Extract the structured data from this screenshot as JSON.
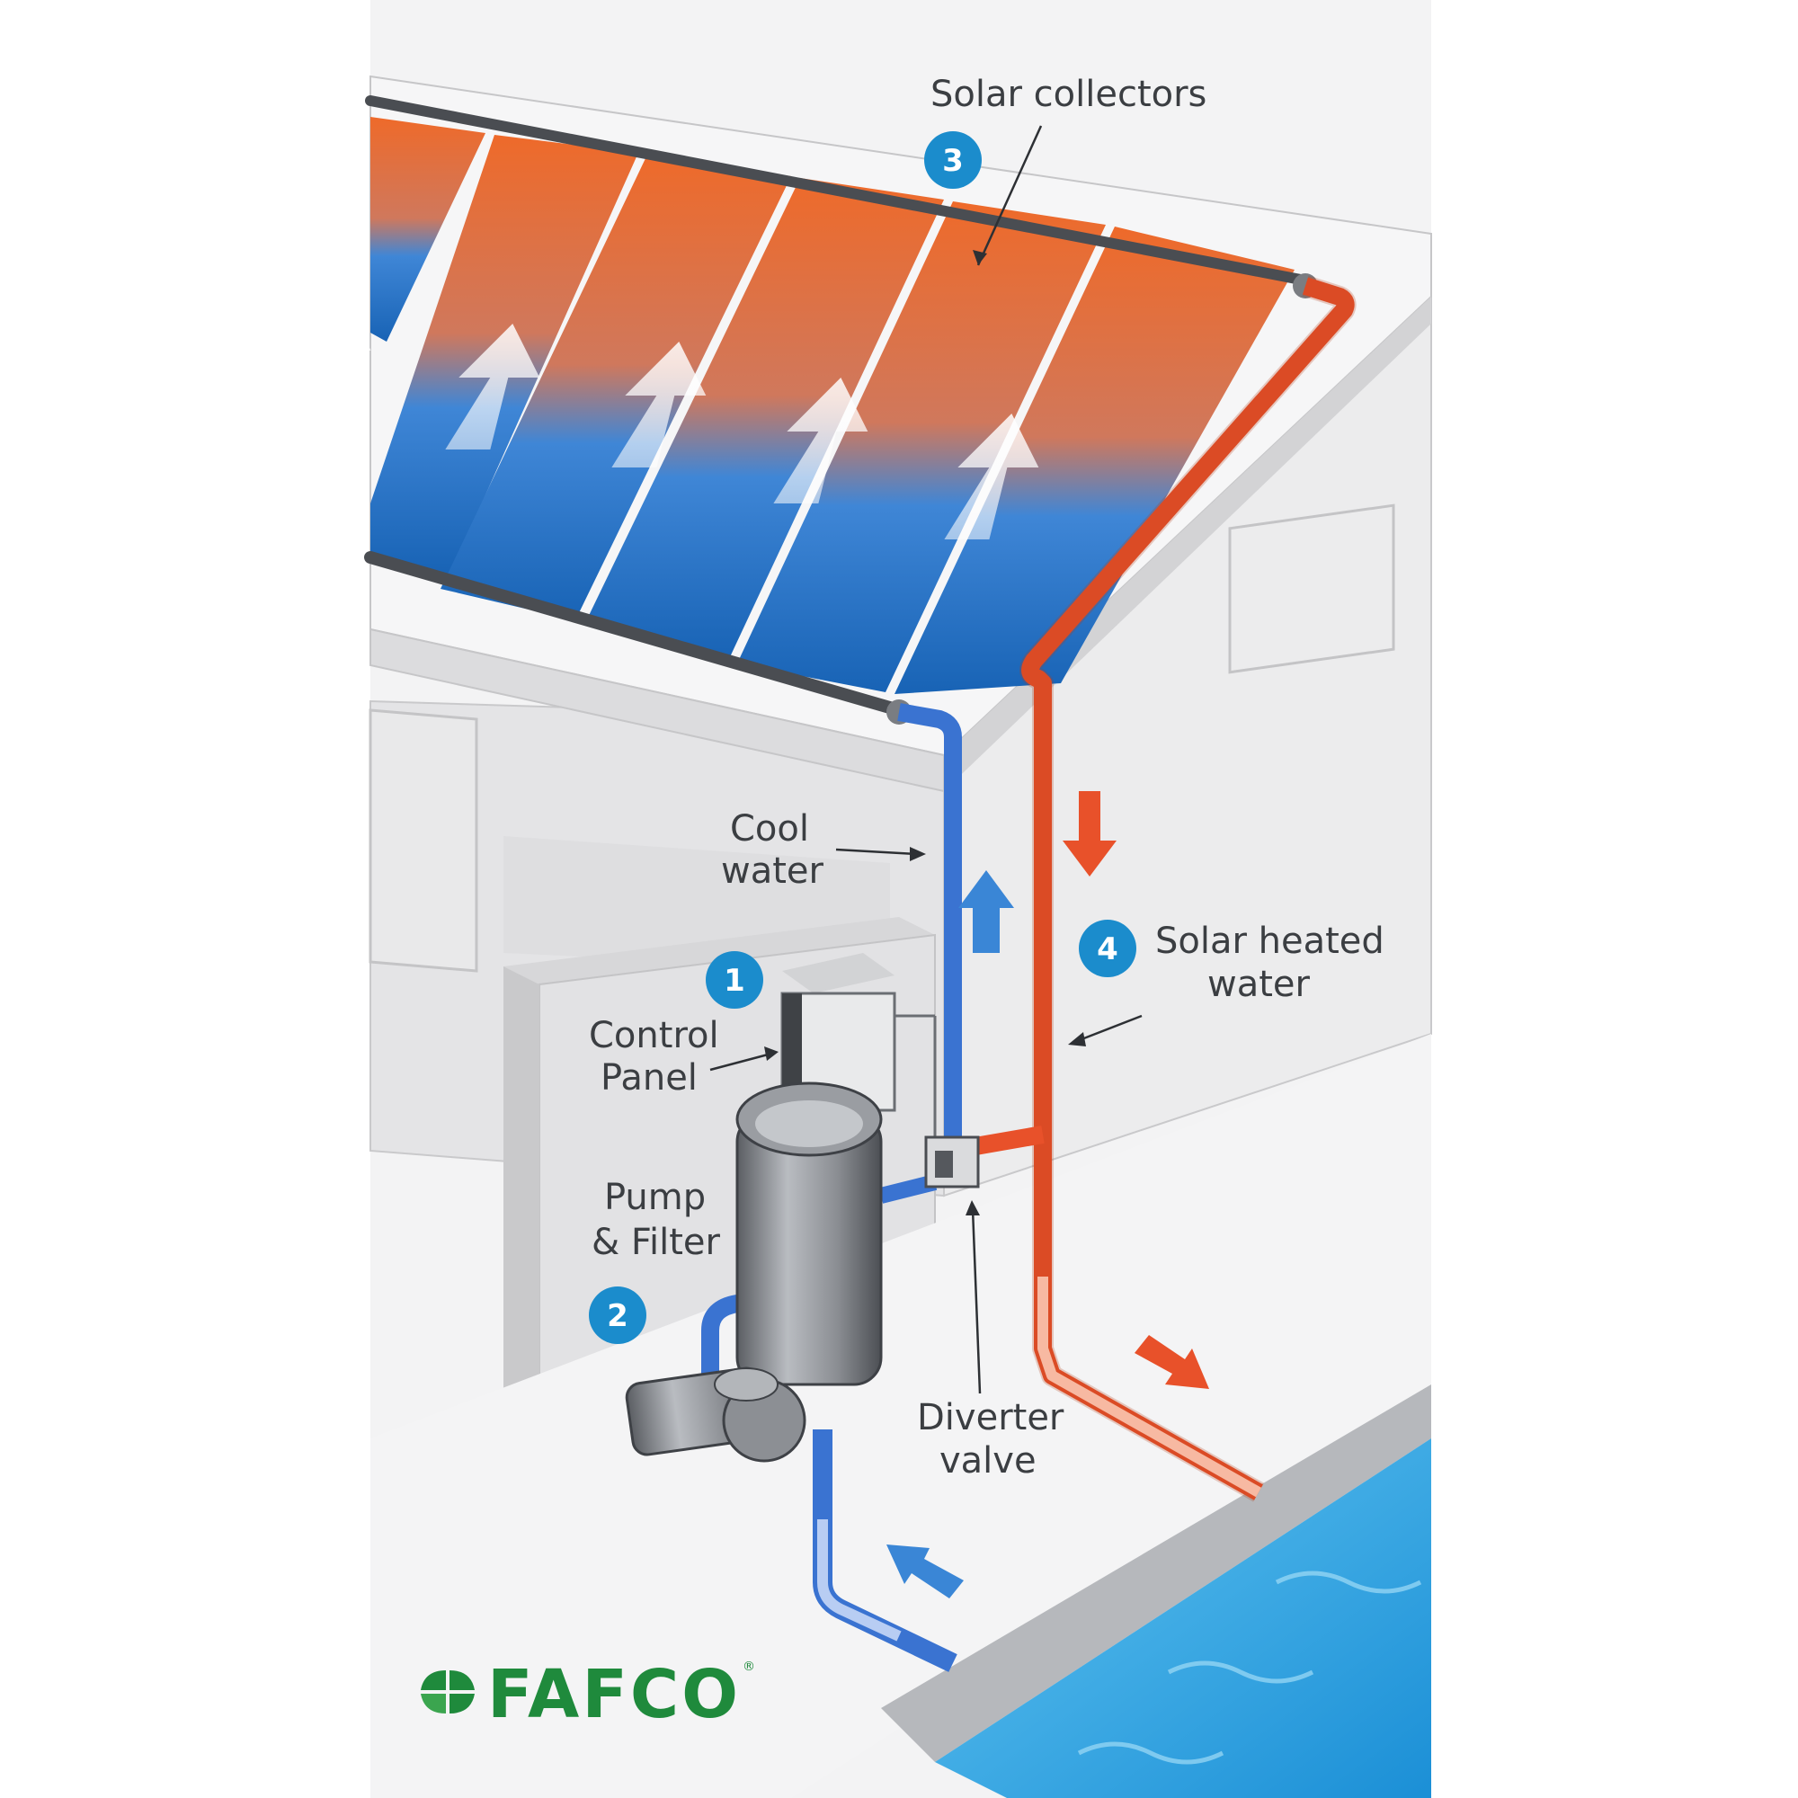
{
  "labels": {
    "solar_collectors": "Solar collectors",
    "cool_water_1": "Cool",
    "cool_water_2": "water",
    "solar_heated_1": "Solar heated",
    "solar_heated_2": "water",
    "control_panel_1": "Control",
    "control_panel_2": "Panel",
    "pump_filter_1": "Pump",
    "pump_filter_2": "& Filter",
    "diverter_valve_1": "Diverter",
    "diverter_valve_2": "valve"
  },
  "badges": {
    "control_panel": "1",
    "pump_filter": "2",
    "solar_collectors": "3",
    "solar_heated": "4"
  },
  "logo": {
    "text": "FAFCO",
    "registered": "®",
    "icon": "fafco-logo-icon"
  },
  "colors": {
    "hot_pipe": "#e8512a",
    "cool_pipe": "#3a73d1",
    "badge": "#1b8ccc",
    "logo_green": "#1f8a3c",
    "pool": "#2aa3e0"
  }
}
